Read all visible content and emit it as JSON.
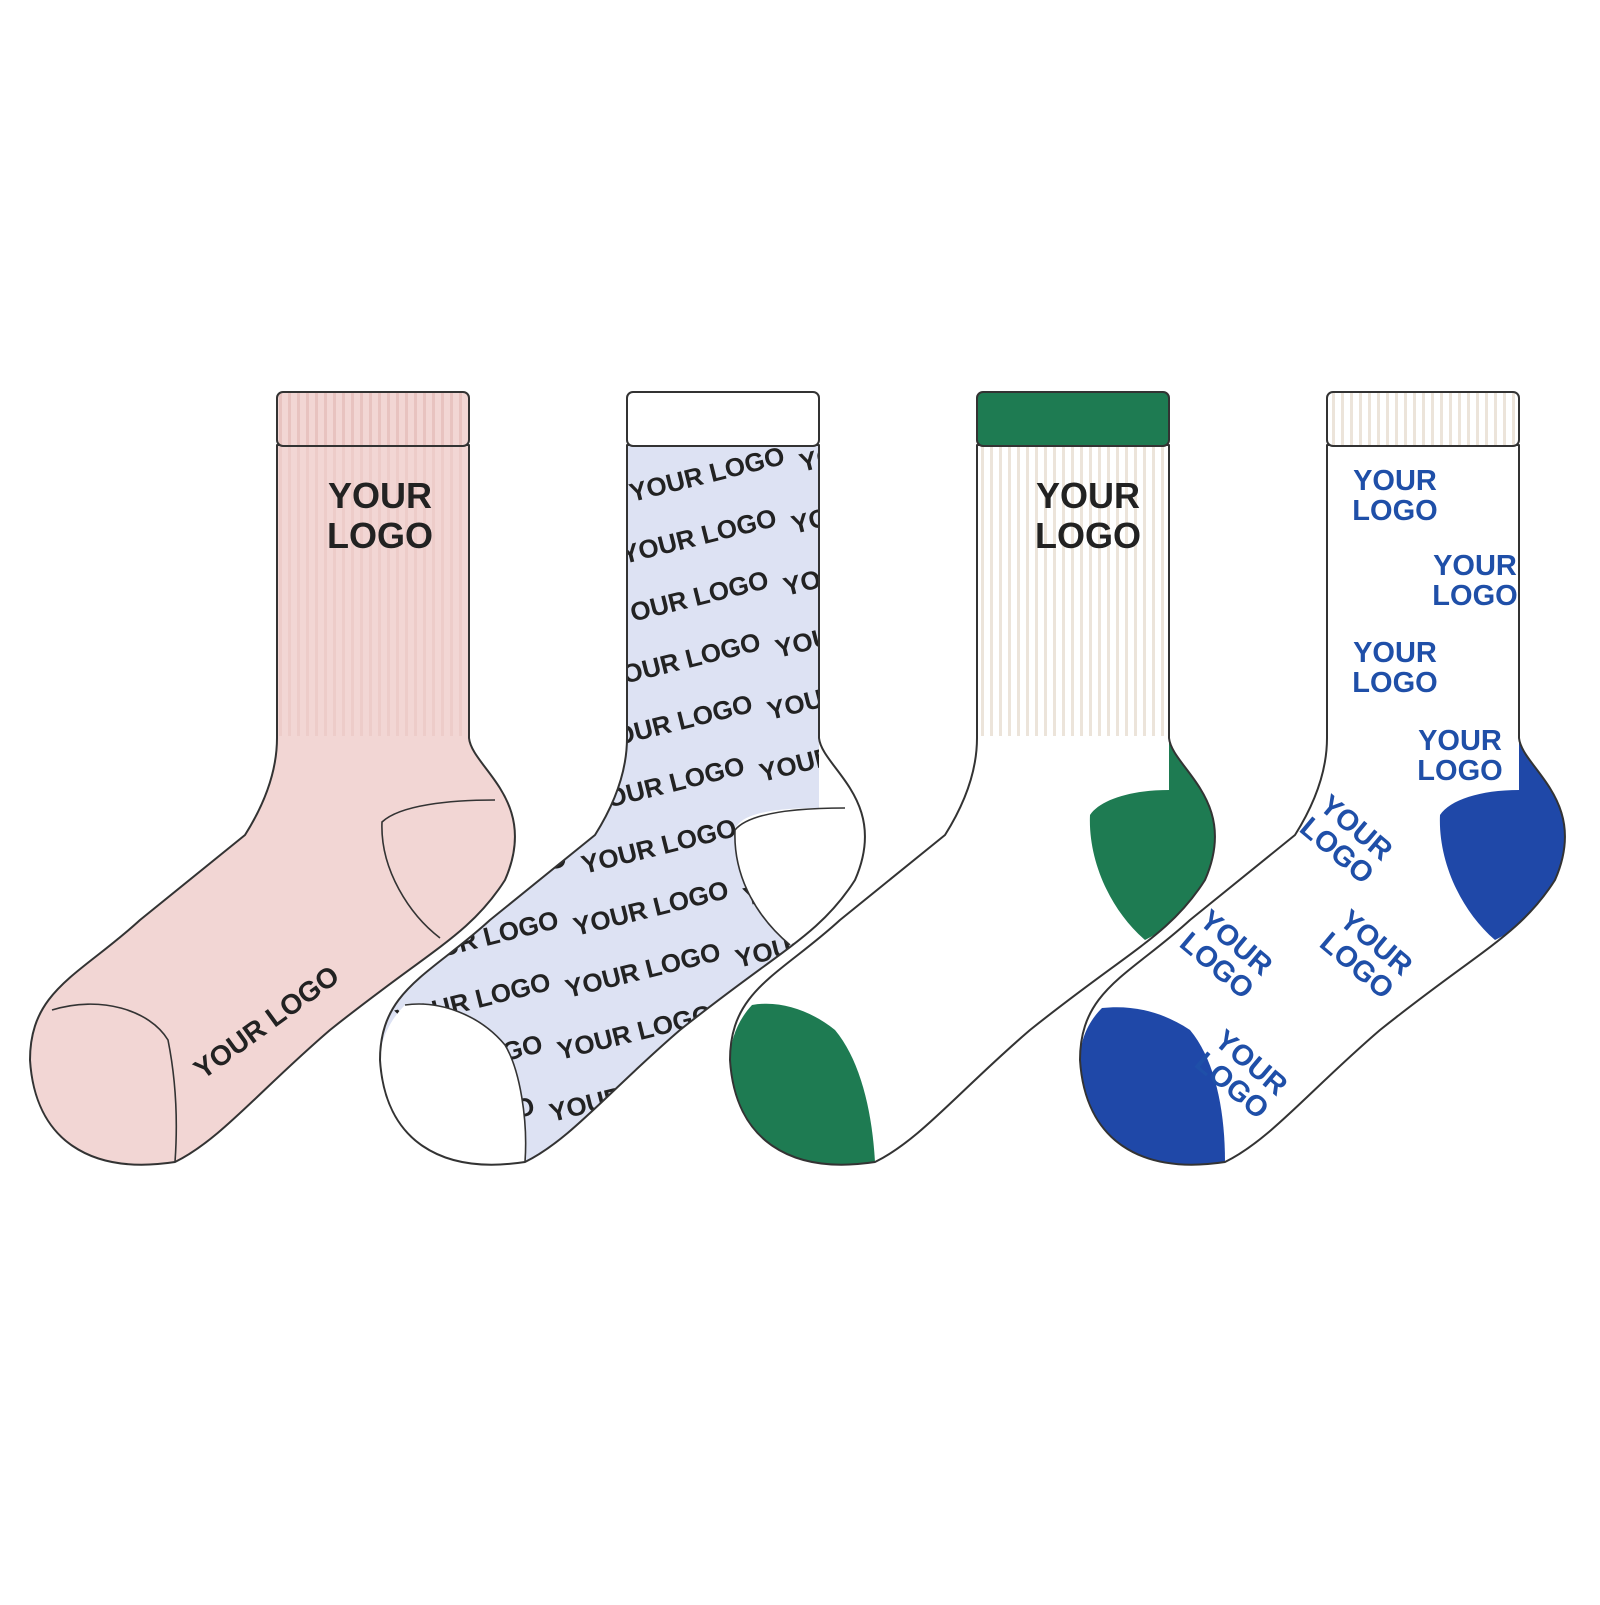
{
  "colors": {
    "background": "#ffffff",
    "outline": "#333333",
    "logo_dark": "#222222",
    "logo_blue": "#1f4fa8",
    "pink": "#f2d6d4",
    "pink_rib": "#e5bcb9",
    "periwinkle": "#dde2f3",
    "cream_rib": "#e6ddd3",
    "green": "#1e7b52",
    "blue": "#1f48a8"
  },
  "socks": [
    {
      "id": "pink",
      "logo_lines": [
        "YOUR",
        "LOGO"
      ],
      "footbed_text": "YOUR  LOGO",
      "color_name": "pink"
    },
    {
      "id": "periwinkle",
      "pattern_text": "YOUR  LOGO",
      "color_name": "periwinkle"
    },
    {
      "id": "green",
      "logo_lines": [
        "YOUR",
        "LOGO"
      ],
      "color_name": "green"
    },
    {
      "id": "blue",
      "logo_lines": [
        "YOUR",
        "LOGO"
      ],
      "color_name": "blue"
    }
  ]
}
